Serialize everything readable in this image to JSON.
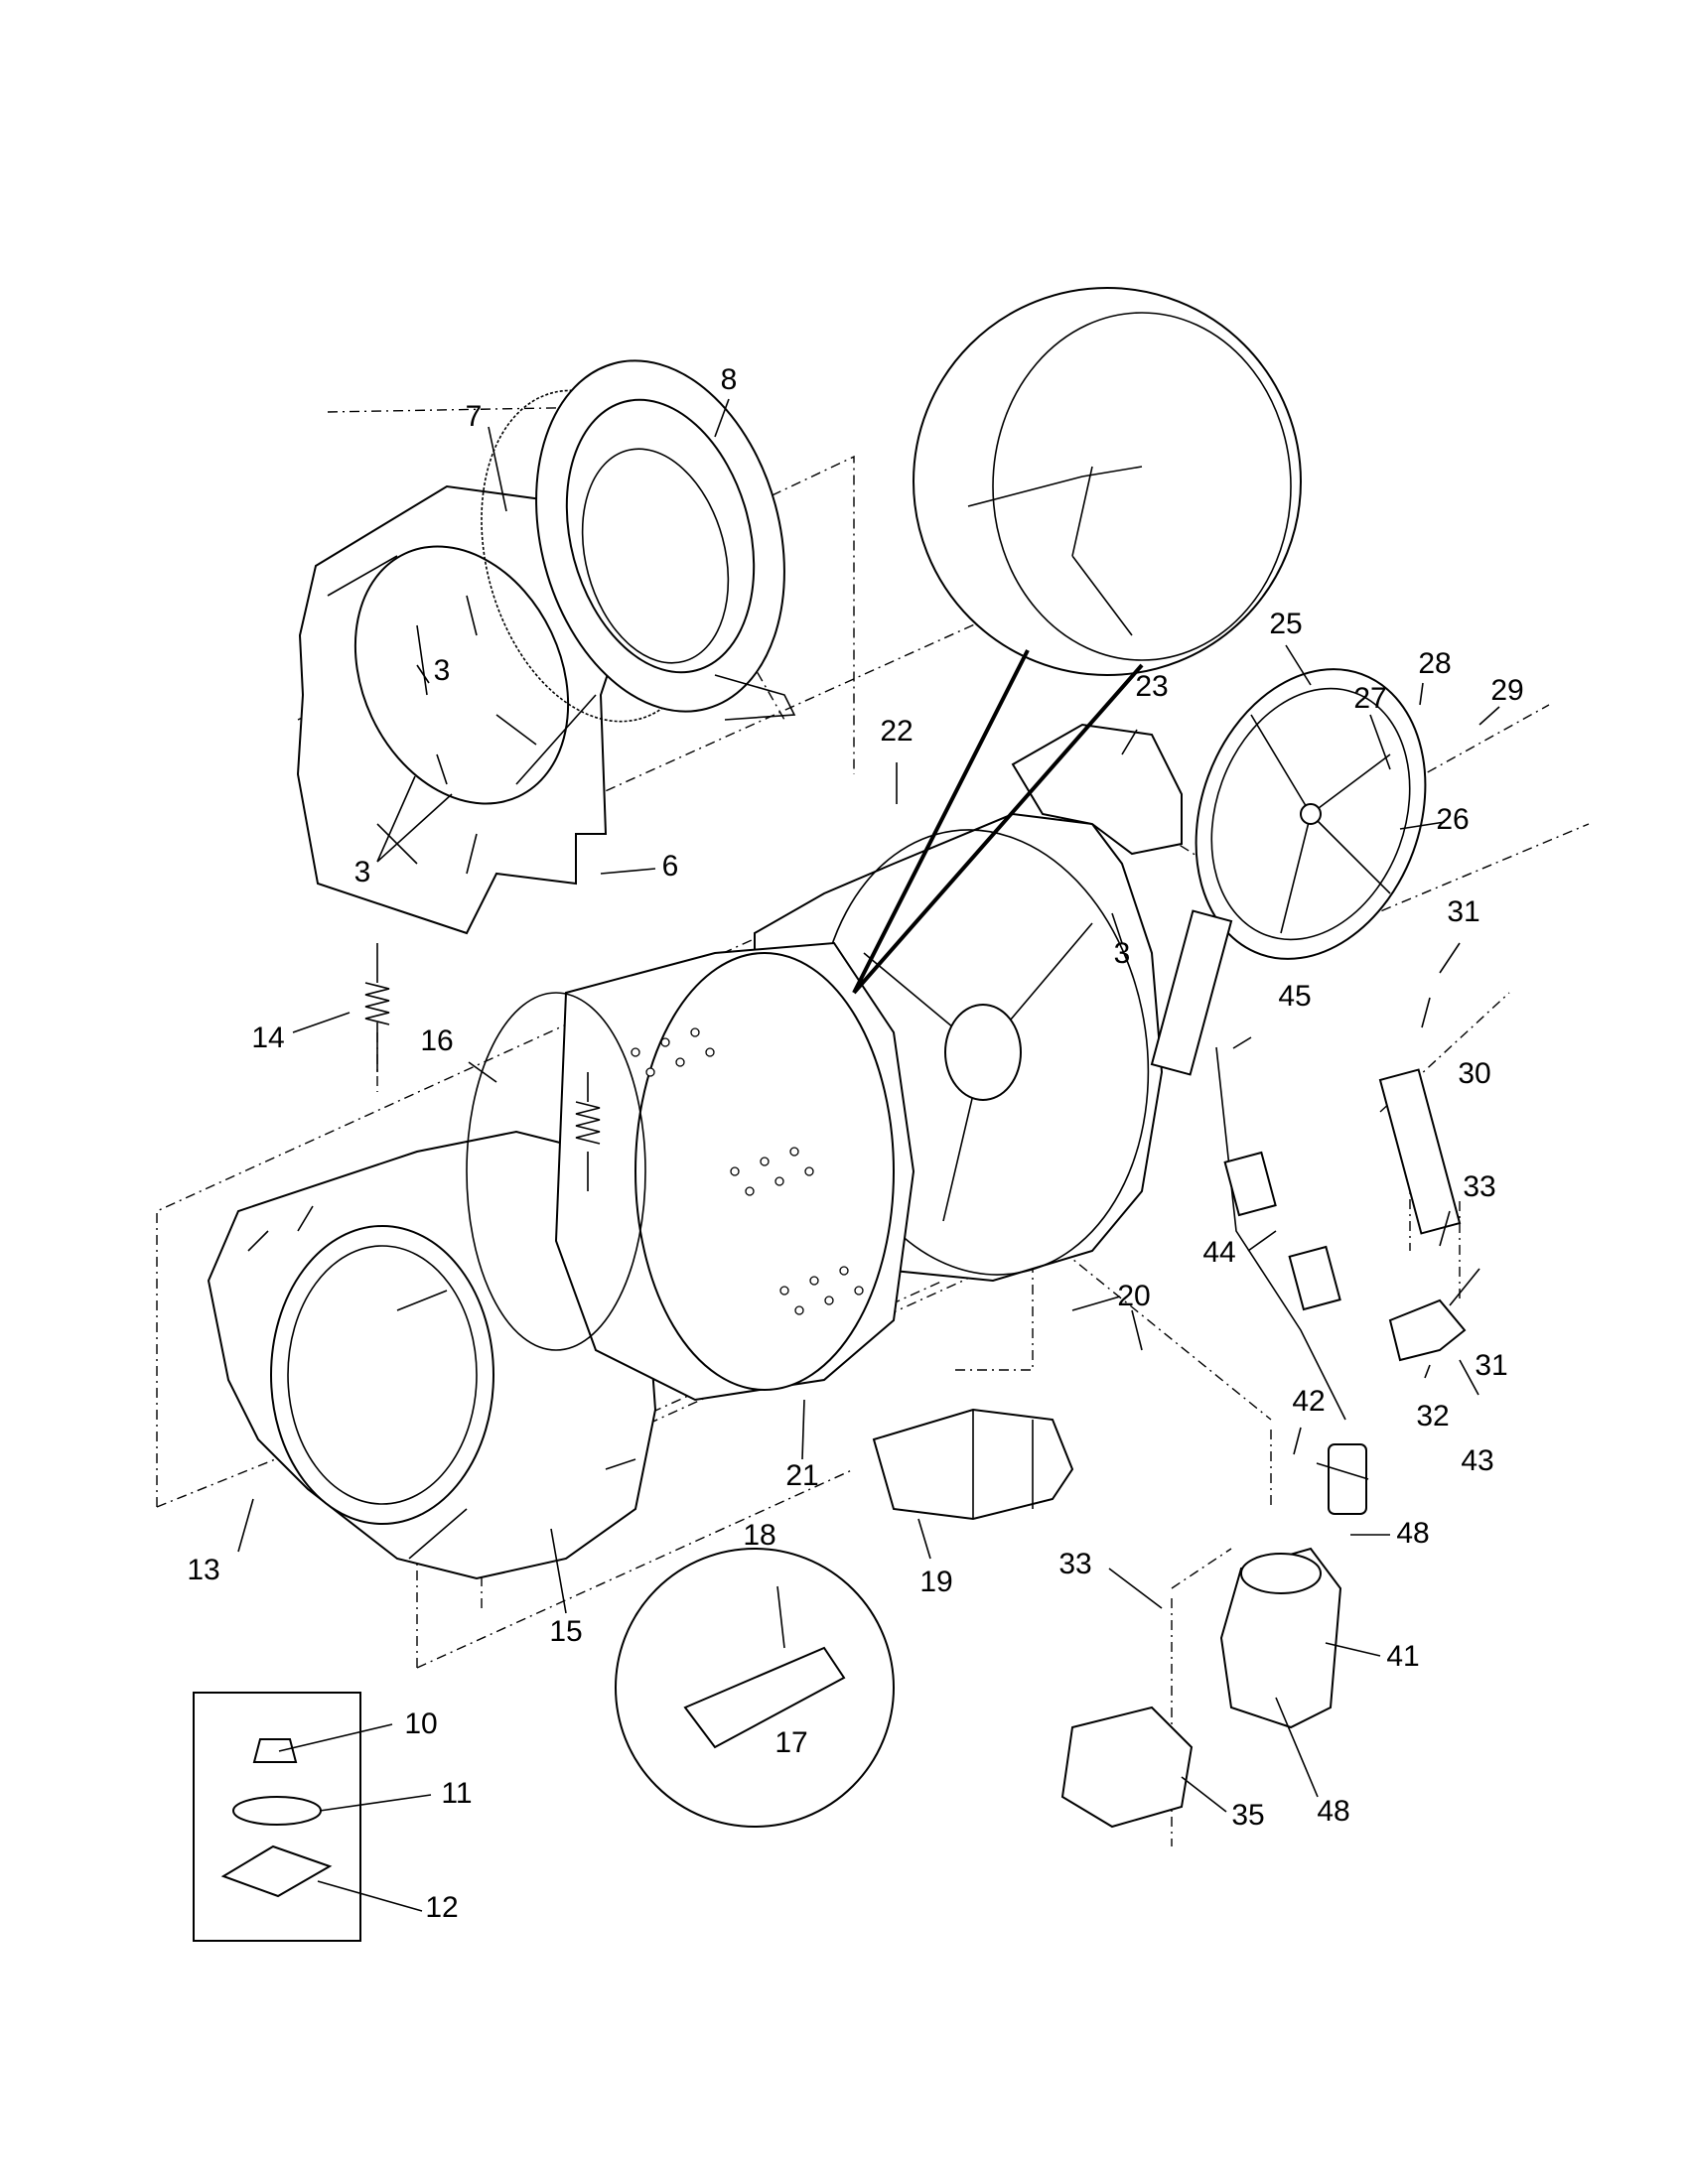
{
  "callouts": [
    {
      "id": "c3a",
      "text": "3"
    },
    {
      "id": "c3b",
      "text": "3"
    },
    {
      "id": "c3c",
      "text": "3"
    },
    {
      "id": "c6",
      "text": "6"
    },
    {
      "id": "c7",
      "text": "7"
    },
    {
      "id": "c8",
      "text": "8"
    },
    {
      "id": "c10",
      "text": "10"
    },
    {
      "id": "c11",
      "text": "11"
    },
    {
      "id": "c12",
      "text": "12"
    },
    {
      "id": "c13",
      "text": "13"
    },
    {
      "id": "c14",
      "text": "14"
    },
    {
      "id": "c15",
      "text": "15"
    },
    {
      "id": "c16",
      "text": "16"
    },
    {
      "id": "c17",
      "text": "17"
    },
    {
      "id": "c18",
      "text": "18"
    },
    {
      "id": "c19",
      "text": "19"
    },
    {
      "id": "c20",
      "text": "20"
    },
    {
      "id": "c21",
      "text": "21"
    },
    {
      "id": "c22",
      "text": "22"
    },
    {
      "id": "c23",
      "text": "23"
    },
    {
      "id": "c25",
      "text": "25"
    },
    {
      "id": "c26",
      "text": "26"
    },
    {
      "id": "c27",
      "text": "27"
    },
    {
      "id": "c28",
      "text": "28"
    },
    {
      "id": "c29",
      "text": "29"
    },
    {
      "id": "c30",
      "text": "30"
    },
    {
      "id": "c31a",
      "text": "31"
    },
    {
      "id": "c31b",
      "text": "31"
    },
    {
      "id": "c32",
      "text": "32"
    },
    {
      "id": "c33a",
      "text": "33"
    },
    {
      "id": "c33b",
      "text": "33"
    },
    {
      "id": "c35",
      "text": "35"
    },
    {
      "id": "c41",
      "text": "41"
    },
    {
      "id": "c42",
      "text": "42"
    },
    {
      "id": "c43",
      "text": "43"
    },
    {
      "id": "c44",
      "text": "44"
    },
    {
      "id": "c45",
      "text": "45"
    },
    {
      "id": "c48a",
      "text": "48"
    },
    {
      "id": "c48b",
      "text": "48"
    }
  ]
}
